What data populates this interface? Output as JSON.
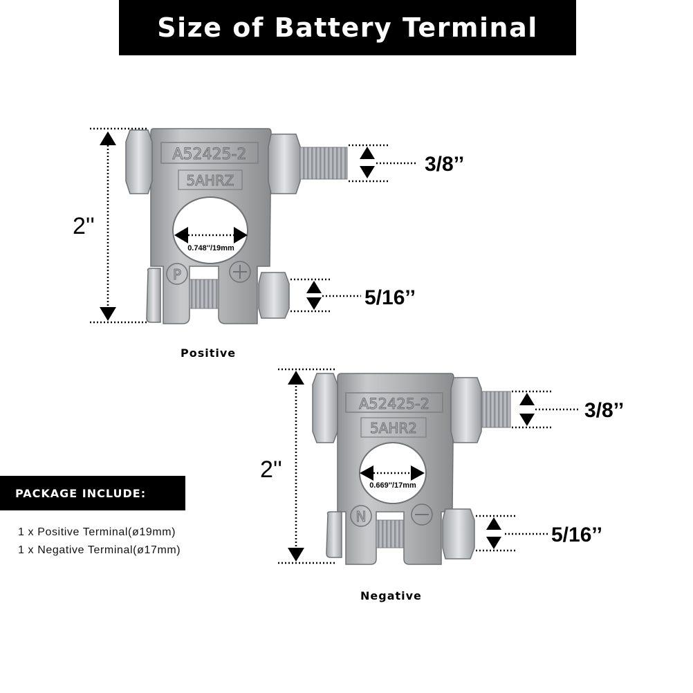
{
  "header": {
    "title": "Size of Battery Terminal"
  },
  "positive": {
    "caption": "Positive",
    "stamp_code": "A52425-2",
    "stamp_sub": "5AHRZ",
    "post_letter": "P",
    "height_label": "2''",
    "diameter_label": "0.748''/19mm",
    "top_bolt_label": "3/8’’",
    "bottom_bolt_label": "5/16’’"
  },
  "negative": {
    "caption": "Negative",
    "stamp_code": "A52425-2",
    "stamp_sub": "5AHR2",
    "post_letter": "N",
    "height_label": "2''",
    "diameter_label": "0.669''/17mm",
    "top_bolt_label": "3/8’’",
    "bottom_bolt_label": "5/16’’"
  },
  "package": {
    "title": "PACKAGE INCLUDE:",
    "items": [
      "1 x Positive Terminal(ø19mm)",
      "1 x Negative Terminal(ø17mm)"
    ]
  },
  "colors": {
    "banner": "#000000",
    "metal": "#b5b7b9",
    "metal_dark": "#8a8c8e",
    "bolt": "#c4c8cc"
  }
}
